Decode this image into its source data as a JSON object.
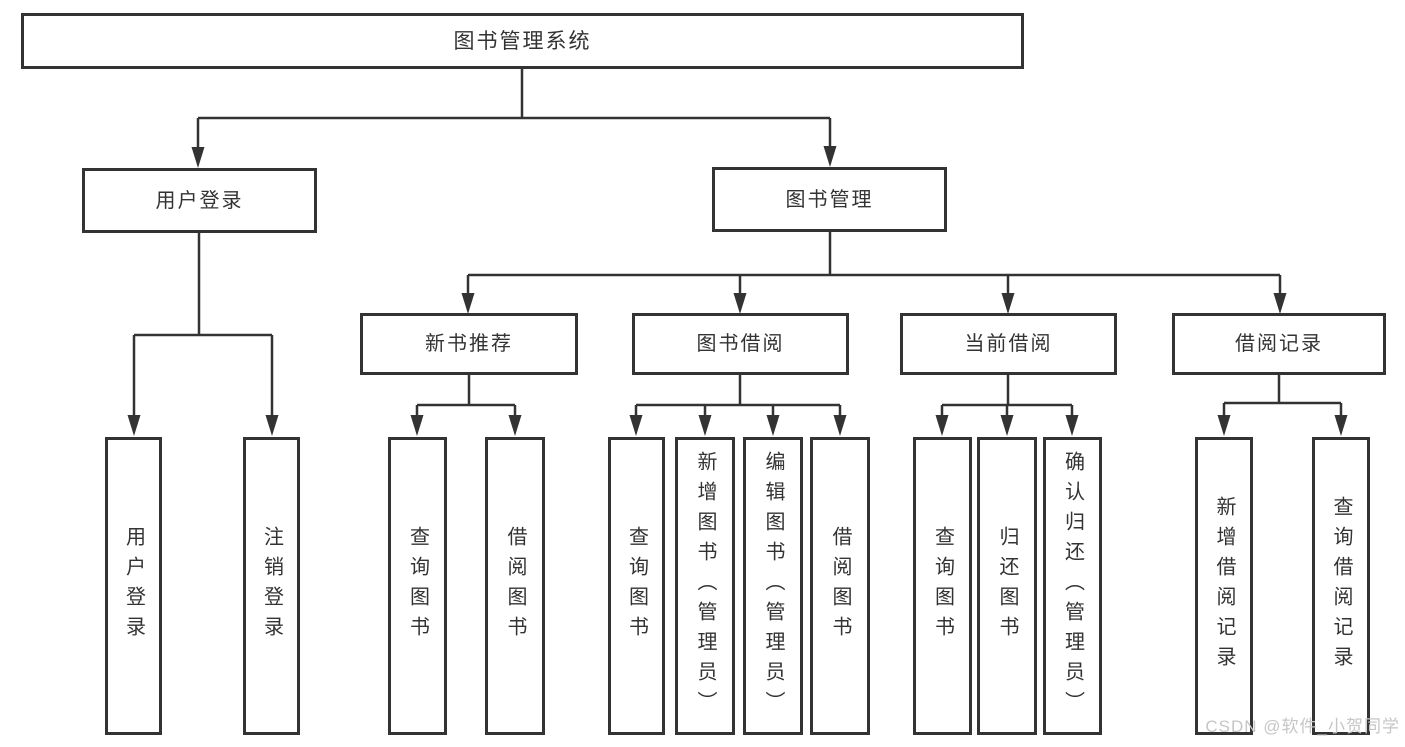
{
  "tree": {
    "root": {
      "label": "图书管理系统"
    },
    "children": [
      {
        "label": "用户登录",
        "children": [
          {
            "label": "用户登录"
          },
          {
            "label": "注销登录"
          }
        ]
      },
      {
        "label": "图书管理",
        "children": [
          {
            "label": "新书推荐",
            "children": [
              {
                "label": "查询图书"
              },
              {
                "label": "借阅图书"
              }
            ]
          },
          {
            "label": "图书借阅",
            "children": [
              {
                "label": "查询图书"
              },
              {
                "label": "新增图书（管理员）"
              },
              {
                "label": "编辑图书（管理员）"
              },
              {
                "label": "借阅图书"
              }
            ]
          },
          {
            "label": "当前借阅",
            "children": [
              {
                "label": "查询图书"
              },
              {
                "label": "归还图书"
              },
              {
                "label": "确认归还（管理员）"
              }
            ]
          },
          {
            "label": "借阅记录",
            "children": [
              {
                "label": "新增借阅记录"
              },
              {
                "label": "查询借阅记录"
              }
            ]
          }
        ]
      }
    ]
  },
  "watermark": "CSDN @软件_小贺同学",
  "colors": {
    "line": "#333333",
    "text": "#333333",
    "background": "#ffffff",
    "watermark": "#c6c6c6"
  }
}
